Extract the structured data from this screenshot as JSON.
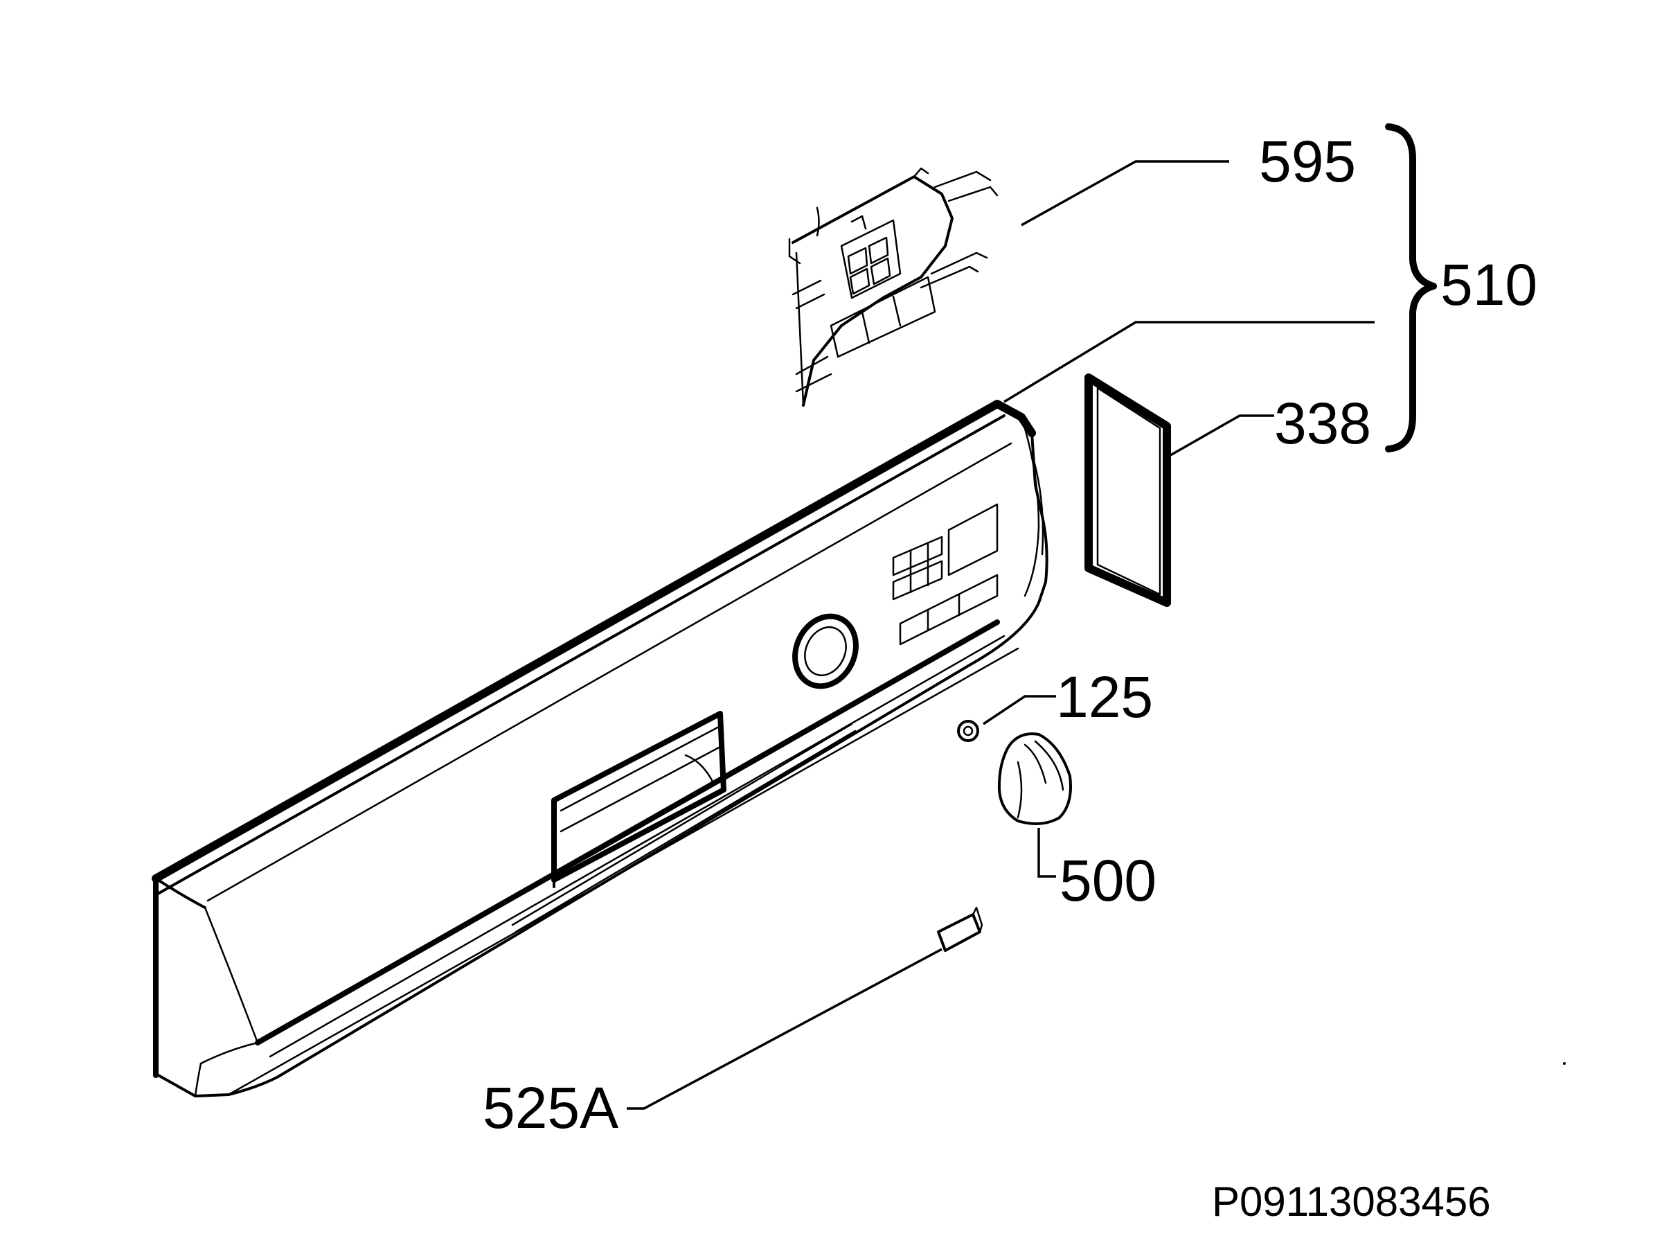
{
  "diagram": {
    "labels": {
      "p595": "595",
      "p510": "510",
      "p338": "338",
      "p125": "125",
      "p500": "500",
      "p525A": "525A"
    },
    "doc_code": "P09113083456"
  },
  "colors": {
    "ink": "#000000",
    "background": "#ffffff"
  }
}
